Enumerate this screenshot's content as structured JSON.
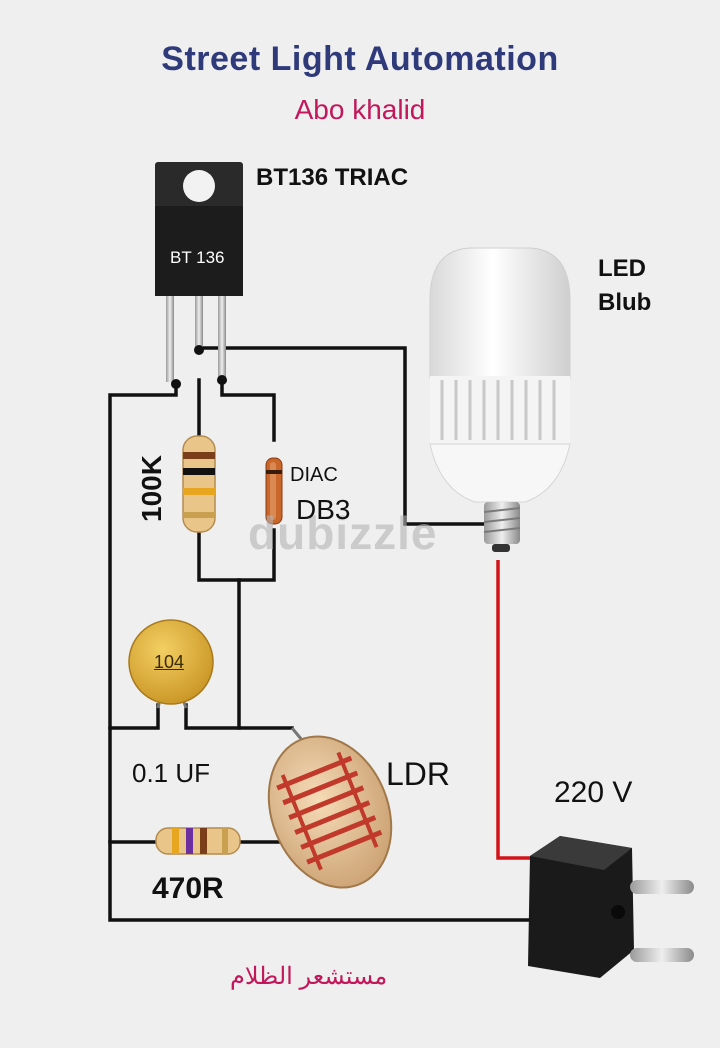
{
  "diagram": {
    "title": "Street Light Automation",
    "author": "Abo khalid",
    "components": {
      "triac": {
        "label": "BT136 TRIAC",
        "package_marking": "BT 136"
      },
      "led_bulb": {
        "label_line1": "LED",
        "label_line2": "Blub"
      },
      "resistor_100k": {
        "label": "100K"
      },
      "diac": {
        "label": "DIAC",
        "part": "DB3"
      },
      "capacitor": {
        "label": "0.1 UF",
        "marking": "104"
      },
      "ldr": {
        "label": "LDR"
      },
      "resistor_470r": {
        "label": "470R"
      },
      "plug": {
        "label": "220 V"
      }
    },
    "footer_arabic": "مستشعر الظلام",
    "watermark": "dubizzle"
  },
  "colors": {
    "background": "#efefef",
    "title": "#2e3a7a",
    "author": "#c2185b",
    "wire": "#111111",
    "mains_wire": "#d0141a",
    "triac_body": "#1c1c1c",
    "capacitor": "#e0b43c",
    "ldr_track": "#c0392b"
  }
}
